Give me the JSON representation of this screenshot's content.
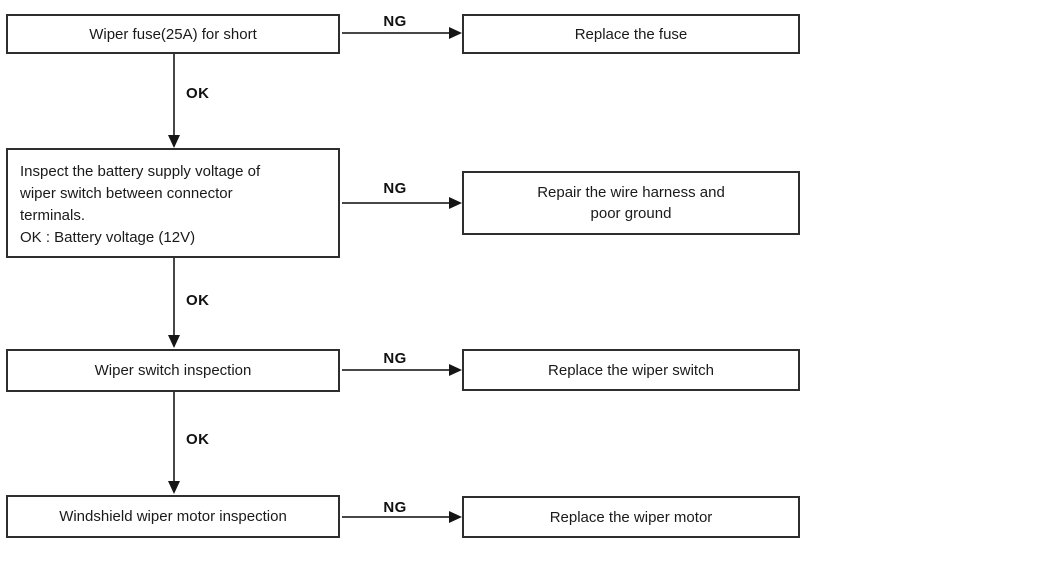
{
  "diagram": {
    "type": "troubleshooting-flowchart",
    "subject": "Windshield wiper circuit inspection"
  },
  "colors": {
    "background": "#ffffff",
    "box_border": "#2e2e2e",
    "connector_line": "#474747",
    "arrowhead": "#151515",
    "text": "#1a1a1a"
  },
  "labels": {
    "ok": "OK",
    "ng": "NG"
  },
  "flowchart": {
    "rows": [
      {
        "check": "Wiper fuse(25A) for short",
        "action": "Replace the fuse"
      },
      {
        "check": "Inspect the battery supply voltage of\nwiper switch between connector\nterminals.\nOK : Battery voltage (12V)",
        "action": "Repair the wire harness and\npoor ground"
      },
      {
        "check": "Wiper switch inspection",
        "action": "Replace the wiper switch"
      },
      {
        "check": "Windshield wiper motor inspection",
        "action": "Replace the wiper motor"
      }
    ]
  }
}
